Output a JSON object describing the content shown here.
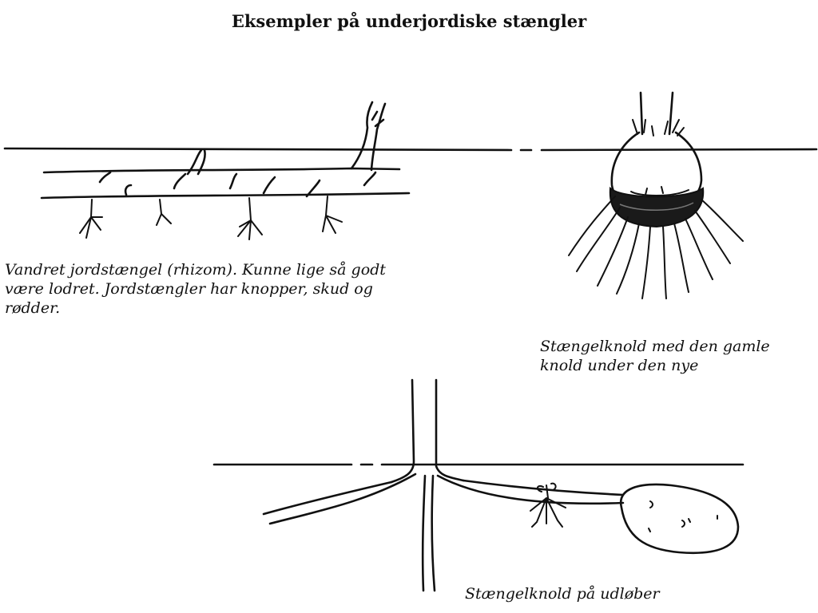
{
  "title": "Eksempler på underjordiske stængler",
  "captions": {
    "rhizome": {
      "line1": "Vandret jordstængel (rhizom). Kunne lige så godt",
      "line2": "være lodret. Jordstængler har knopper, skud og",
      "line3": "rødder."
    },
    "corm": {
      "line1": "Stængelknold med den gamle",
      "line2": "knold under den nye"
    },
    "stolon": {
      "line1": "Stængelknold på udløber"
    }
  }
}
